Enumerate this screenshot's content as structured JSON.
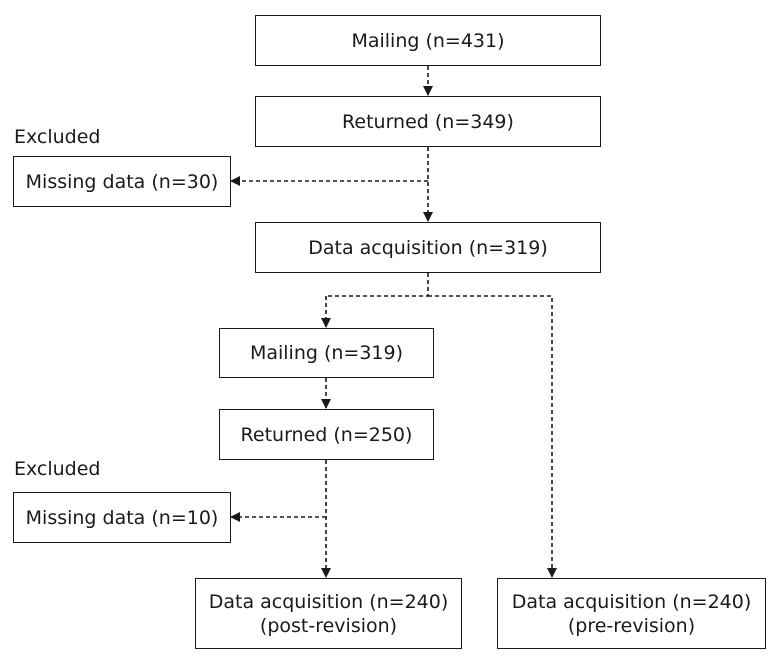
{
  "boxes": {
    "mailing_1": "Mailing (n=431)",
    "returned_1": "Returned (n=349)",
    "missing_1": "Missing data (n=30)",
    "acquisition_1": "Data acquisition (n=319)",
    "mailing_2": "Mailing (n=319)",
    "returned_2": "Returned (n=250)",
    "missing_2": "Missing data (n=10)",
    "post_revision": {
      "line1": "Data acquisition (n=240)",
      "line2": "(post-revision)"
    },
    "pre_revision": {
      "line1": "Data acquisition (n=240)",
      "line2": "(pre-revision)"
    }
  },
  "labels": {
    "excluded_1": "Excluded",
    "excluded_2": "Excluded"
  }
}
